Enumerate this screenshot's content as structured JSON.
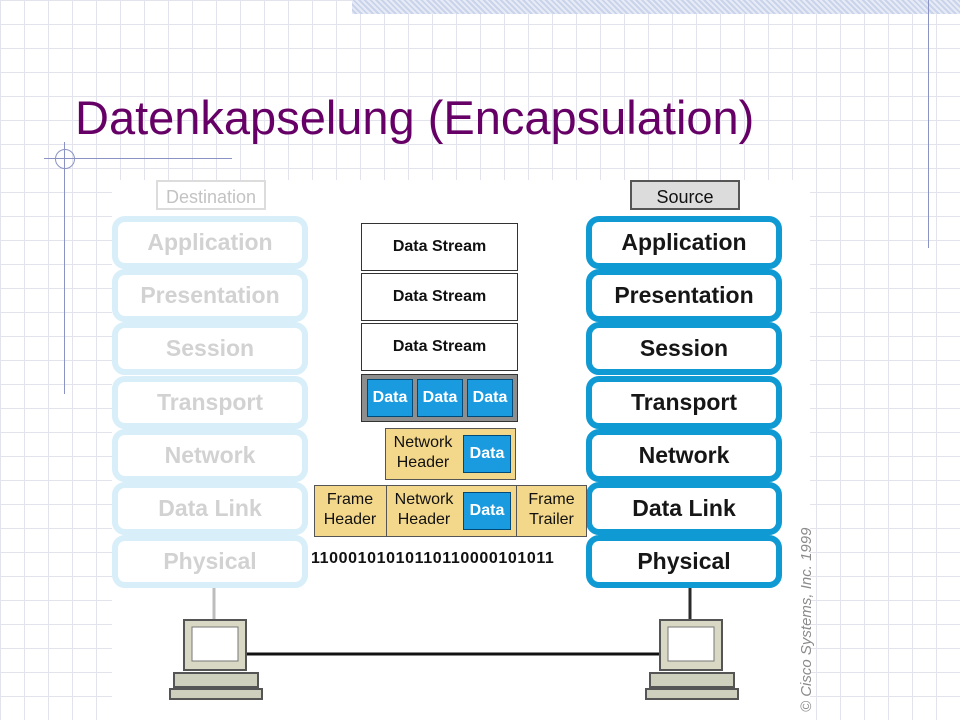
{
  "title": "Datenkapselung (Encapsulation)",
  "destination": {
    "label": "Destination",
    "layers": [
      "Application",
      "Presentation",
      "Session",
      "Transport",
      "Network",
      "Data Link",
      "Physical"
    ]
  },
  "source": {
    "label": "Source",
    "layers": [
      "Application",
      "Presentation",
      "Session",
      "Transport",
      "Network",
      "Data Link",
      "Physical"
    ]
  },
  "encapsulation": {
    "data_streams": [
      "Data Stream",
      "Data Stream",
      "Data Stream"
    ],
    "segments": [
      "Data",
      "Data",
      "Data"
    ],
    "packet": {
      "header": "Network\nHeader",
      "data": "Data"
    },
    "frame": {
      "frame_header": "Frame\nHeader",
      "network_header": "Network\nHeader",
      "data": "Data",
      "frame_trailer": "Frame\nTrailer"
    },
    "bits": "11000101010110110000101011"
  },
  "copyright": "© Cisco Systems, Inc. 1999",
  "colors": {
    "title": "#660066",
    "active_layer_border": "#0f9ad4",
    "inactive_layer_border": "#d8eef9",
    "data_block": "#1a9be0",
    "header_block": "#f3d78a"
  }
}
